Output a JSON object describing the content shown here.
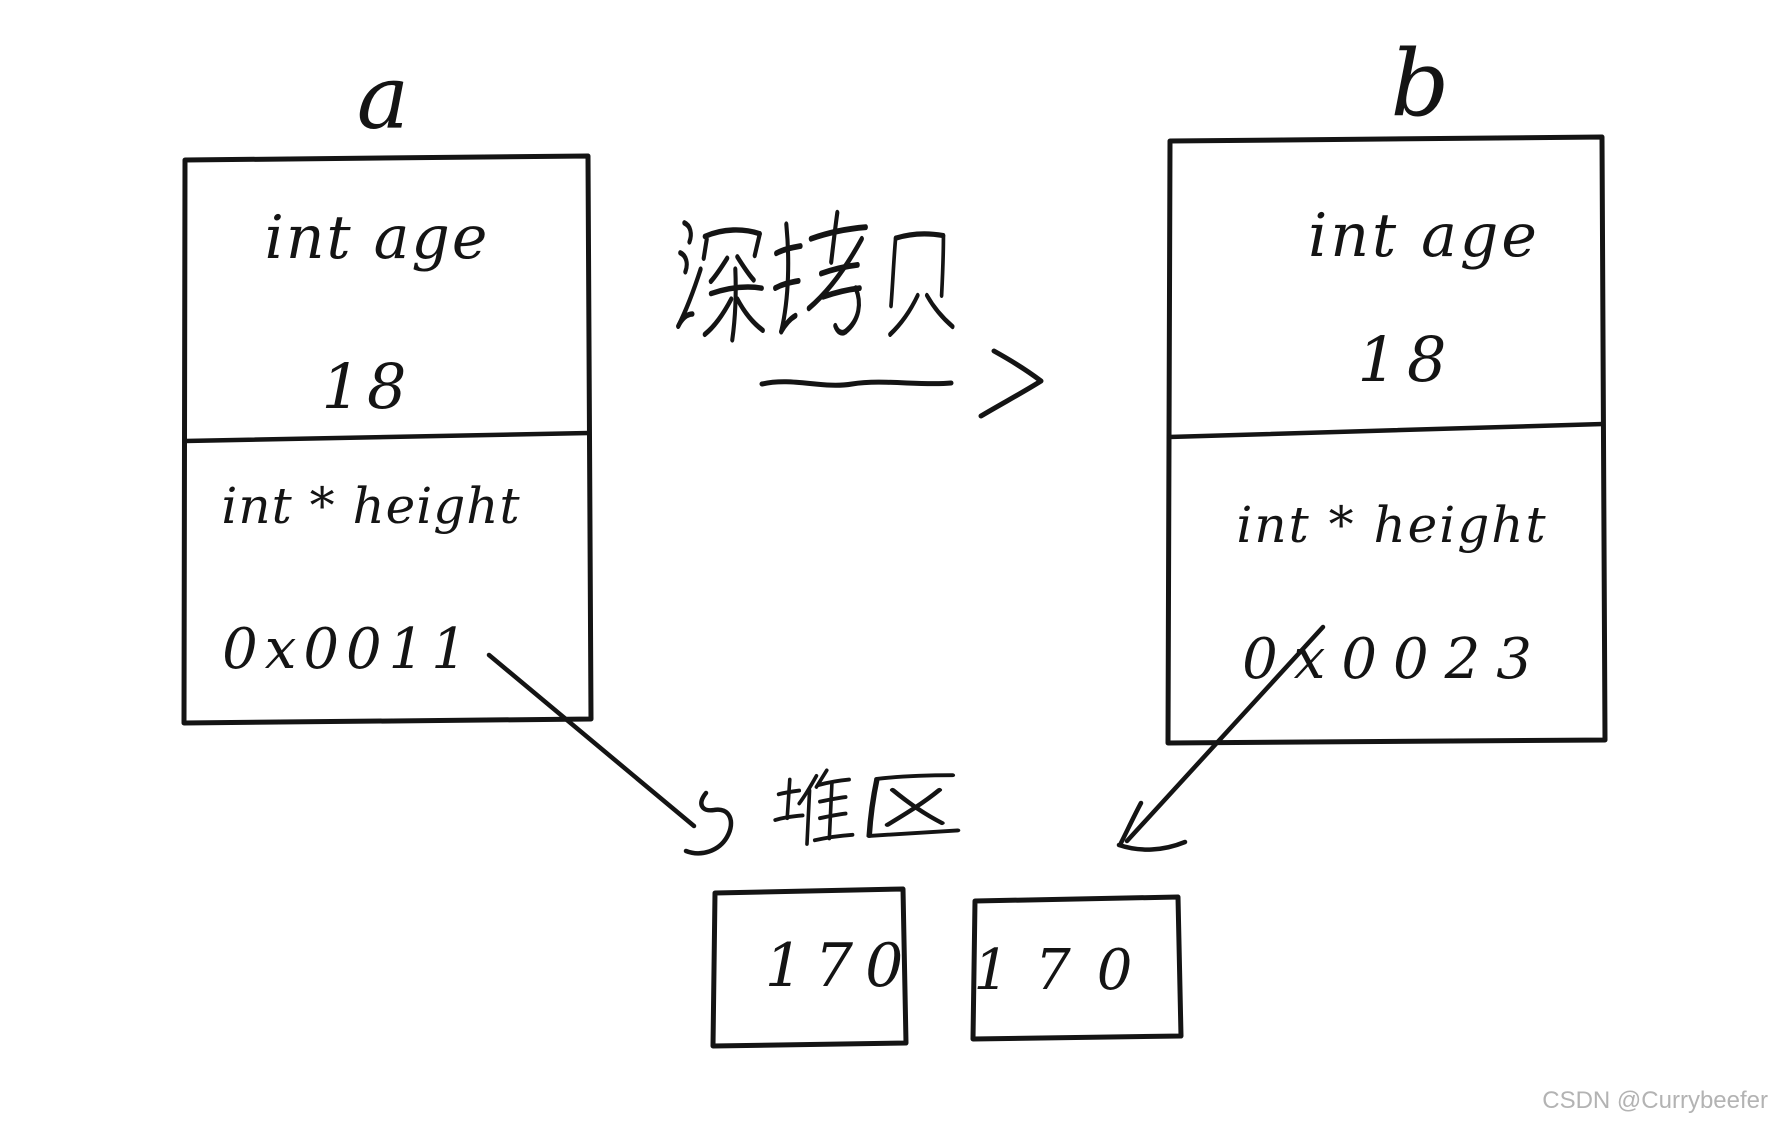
{
  "diagram": {
    "stack_objects": [
      {
        "title": "a",
        "fields": [
          {
            "declaration": "int age",
            "value": "18"
          },
          {
            "declaration": "int * height",
            "value": "0x0011"
          }
        ]
      },
      {
        "title": "b",
        "fields": [
          {
            "declaration": "int age",
            "value": "18"
          },
          {
            "declaration": "int * height",
            "value": "0x0023"
          }
        ]
      }
    ],
    "copy_label": "深拷贝",
    "heap_label": "堆区",
    "heap_cells": [
      {
        "value": "170"
      },
      {
        "value": "170"
      }
    ]
  },
  "watermark": "CSDN @Currybeefer",
  "colors": {
    "ink": "#141414",
    "watermark": "#b3b3b3",
    "background": "#ffffff"
  }
}
